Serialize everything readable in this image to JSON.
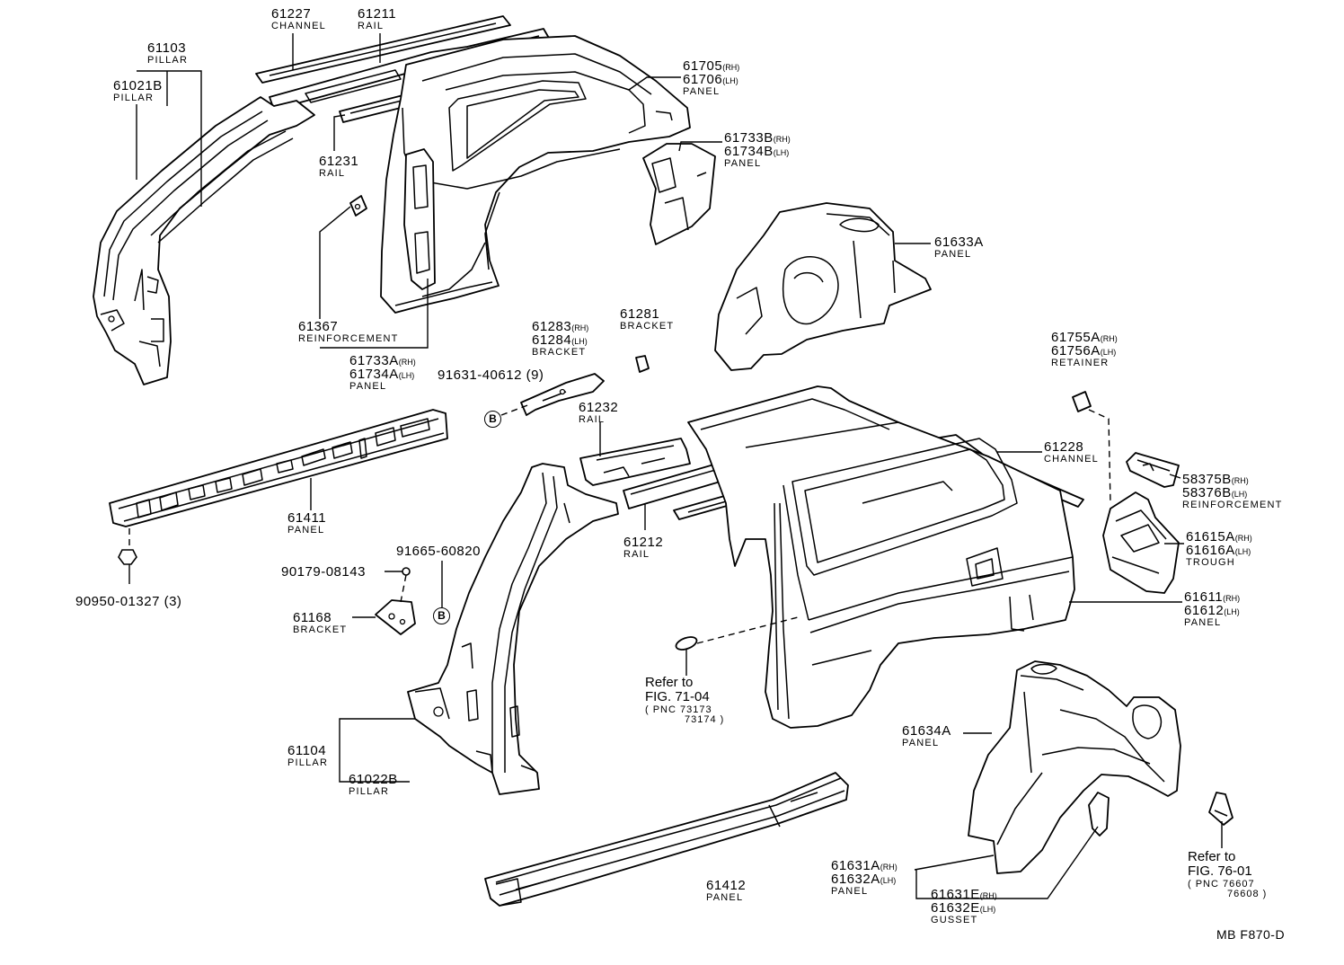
{
  "diagram": {
    "code": "MB F870-D",
    "fastener_mark": "B"
  },
  "parts": [
    {
      "id": "61227",
      "num": "61227",
      "name": "CHANNEL"
    },
    {
      "id": "61211",
      "num": "61211",
      "name": "RAIL"
    },
    {
      "id": "61103",
      "num": "61103",
      "name": "PILLAR"
    },
    {
      "id": "61021B",
      "num": "61021B",
      "name": "PILLAR"
    },
    {
      "id": "61705",
      "num": "61705",
      "side": "(RH)",
      "num2": "61706",
      "side2": "(LH)",
      "name": "PANEL"
    },
    {
      "id": "61733B",
      "num": "61733B",
      "side": "(RH)",
      "num2": "61734B",
      "side2": "(LH)",
      "name": "PANEL"
    },
    {
      "id": "61231",
      "num": "61231",
      "name": "RAIL"
    },
    {
      "id": "61633A",
      "num": "61633A",
      "name": "PANEL"
    },
    {
      "id": "61367",
      "num": "61367",
      "name": "REINFORCEMENT"
    },
    {
      "id": "61733A",
      "num": "61733A",
      "side": "(RH)",
      "num2": "61734A",
      "side2": "(LH)",
      "name": "PANEL"
    },
    {
      "id": "61283",
      "num": "61283",
      "side": "(RH)",
      "num2": "61284",
      "side2": "(LH)",
      "name": "BRACKET"
    },
    {
      "id": "61281",
      "num": "61281",
      "name": "BRACKET"
    },
    {
      "id": "91631",
      "num": "91631-40612 (9)"
    },
    {
      "id": "61755A",
      "num": "61755A",
      "side": "(RH)",
      "num2": "61756A",
      "side2": "(LH)",
      "name": "RETAINER"
    },
    {
      "id": "61232",
      "num": "61232",
      "name": "RAIL"
    },
    {
      "id": "61228",
      "num": "61228",
      "name": "CHANNEL"
    },
    {
      "id": "58375B",
      "num": "58375B",
      "side": "(RH)",
      "num2": "58376B",
      "side2": "(LH)",
      "name": "REINFORCEMENT"
    },
    {
      "id": "61411",
      "num": "61411",
      "name": "PANEL"
    },
    {
      "id": "61615A",
      "num": "61615A",
      "side": "(RH)",
      "num2": "61616A",
      "side2": "(LH)",
      "name": "TROUGH"
    },
    {
      "id": "61212",
      "num": "61212",
      "name": "RAIL"
    },
    {
      "id": "91665",
      "num": "91665-60820"
    },
    {
      "id": "90179",
      "num": "90179-08143"
    },
    {
      "id": "90950",
      "num": "90950-01327 (3)"
    },
    {
      "id": "61611",
      "num": "61611",
      "side": "(RH)",
      "num2": "61612",
      "side2": "(LH)",
      "name": "PANEL"
    },
    {
      "id": "61168",
      "num": "61168",
      "name": "BRACKET"
    },
    {
      "id": "61104",
      "num": "61104",
      "name": "PILLAR"
    },
    {
      "id": "61022B",
      "num": "61022B",
      "name": "PILLAR"
    },
    {
      "id": "61634A",
      "num": "61634A",
      "name": "PANEL"
    },
    {
      "id": "61631A",
      "num": "61631A",
      "side": "(RH)",
      "num2": "61632A",
      "side2": "(LH)",
      "name": "PANEL"
    },
    {
      "id": "61631E",
      "num": "61631E",
      "side": "(RH)",
      "num2": "61632E",
      "side2": "(LH)",
      "name": "GUSSET"
    },
    {
      "id": "61412",
      "num": "61412",
      "name": "PANEL"
    }
  ],
  "references": [
    {
      "id": "ref7104",
      "line1": "Refer to",
      "line2": "FIG. 71-04",
      "pnc": "( PNC 73173",
      "pnc2": "73174 )"
    },
    {
      "id": "ref7601",
      "line1": "Refer to",
      "line2": "FIG. 76-01",
      "pnc": "( PNC 76607",
      "pnc2": "76608 )"
    }
  ]
}
